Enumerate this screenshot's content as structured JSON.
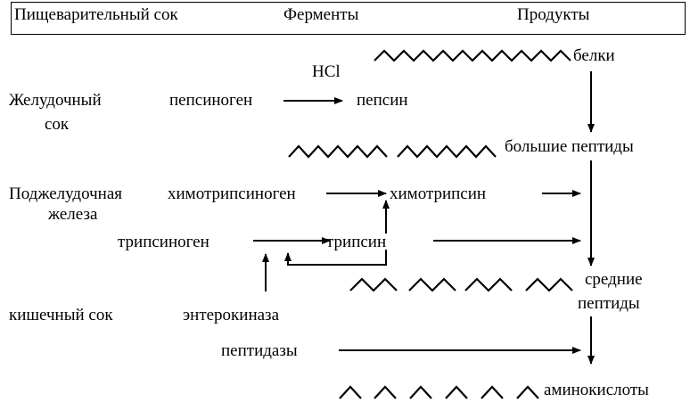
{
  "header": {
    "col_juice": "Пищеварительный сок",
    "col_enzymes": "Ферменты",
    "col_products": "Продукты"
  },
  "juices": {
    "gastric_line1": "Желудочный",
    "gastric_line2": "сок",
    "pancreas_line1": "Поджелудочная",
    "pancreas_line2": "железа",
    "intestinal": "кишечный сок"
  },
  "enzymes": {
    "hcl": "HCl",
    "pepsinogen": "пепсиноген",
    "pepsin": "пепсин",
    "chymotrypsinogen": "химотрипсиноген",
    "chymotrypsin": "химотрипсин",
    "trypsinogen": "трипсиноген",
    "trypsin": "трипсин",
    "enterokinase": "энтерокиназа",
    "peptidases": "пептидазы"
  },
  "products": {
    "proteins": "белки",
    "large_peptides": "большие пептиды",
    "medium_peptides_line1": "средние",
    "medium_peptides_line2": "пептиды",
    "amino_acids": "аминокислоты"
  }
}
